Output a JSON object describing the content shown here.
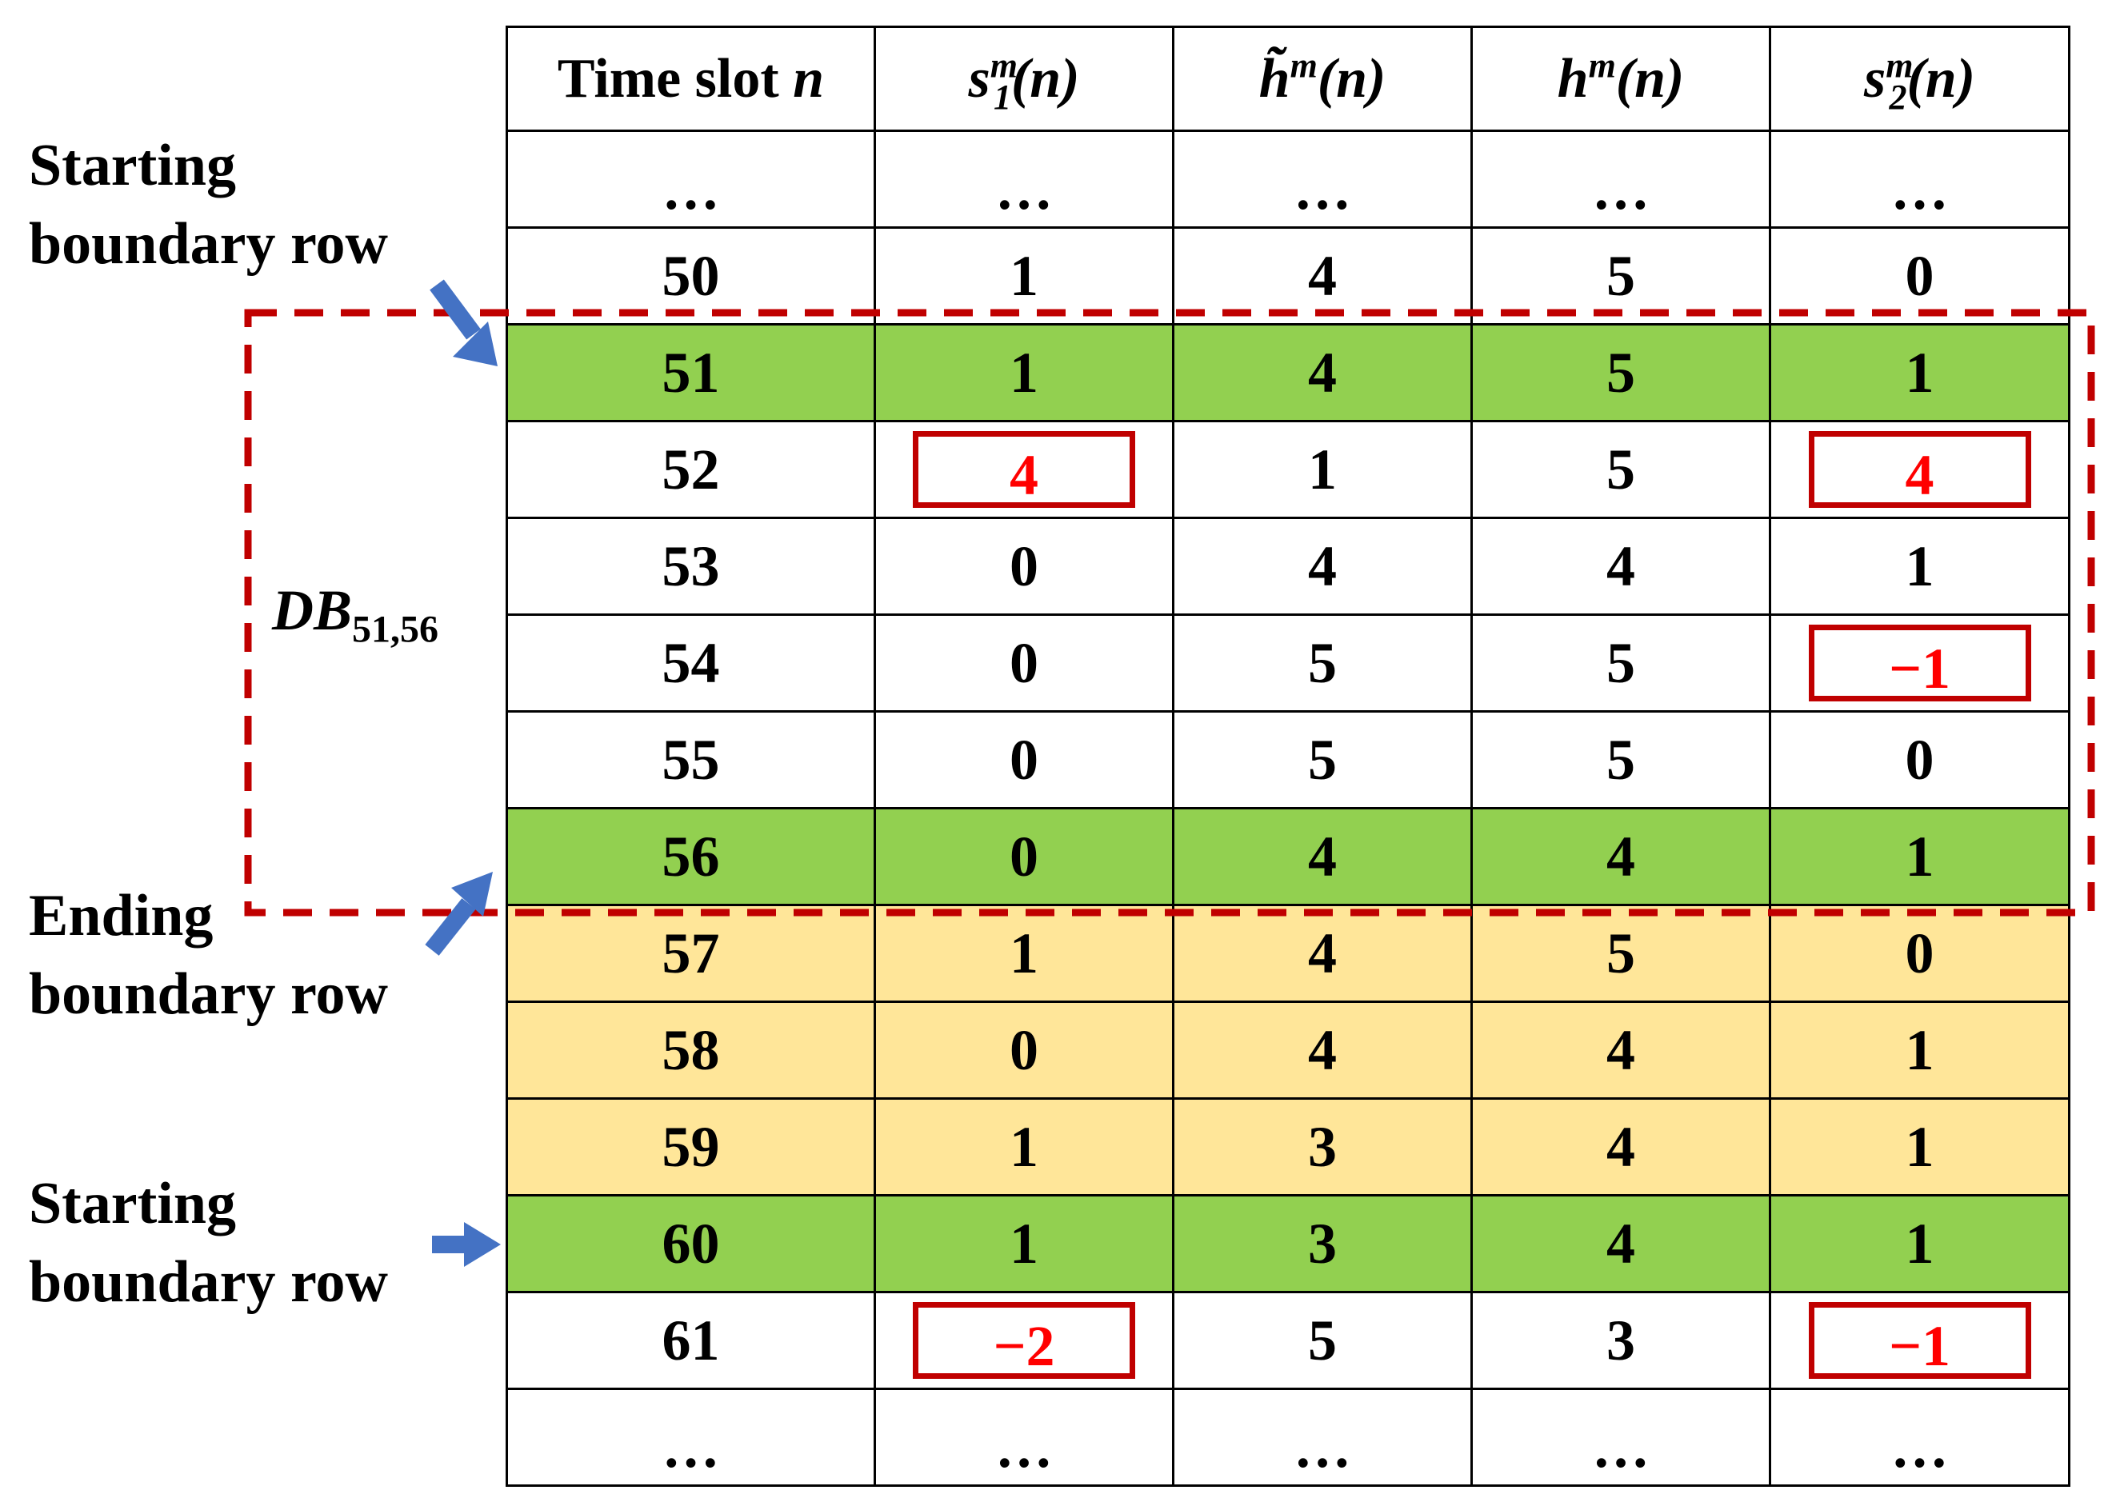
{
  "table": {
    "headers": [
      {
        "text": "Time slot ",
        "var": "n",
        "sup": "",
        "sub": ""
      },
      {
        "text": "",
        "var": "s",
        "sup": "m",
        "sub": "1",
        "tail": "(n)"
      },
      {
        "text": "",
        "var": "h̃",
        "sup": "m",
        "sub": "",
        "tail": "(n)"
      },
      {
        "text": "",
        "var": "h",
        "sup": "m",
        "sub": "",
        "tail": "(n)"
      },
      {
        "text": "",
        "var": "s",
        "sup": "m",
        "sub": "2",
        "tail": "(n)"
      }
    ],
    "rows": [
      {
        "cells": [
          "…",
          "…",
          "…",
          "…",
          "…"
        ],
        "style": "plain",
        "dots": true
      },
      {
        "cells": [
          "50",
          "1",
          "4",
          "5",
          "0"
        ],
        "style": "plain"
      },
      {
        "cells": [
          "51",
          "1",
          "4",
          "5",
          "1"
        ],
        "style": "green"
      },
      {
        "cells": [
          "52",
          "4",
          "1",
          "5",
          "4"
        ],
        "style": "plain",
        "highlight": [
          1,
          4
        ]
      },
      {
        "cells": [
          "53",
          "0",
          "4",
          "4",
          "1"
        ],
        "style": "plain"
      },
      {
        "cells": [
          "54",
          "0",
          "5",
          "5",
          "−1"
        ],
        "style": "plain",
        "highlight": [
          4
        ]
      },
      {
        "cells": [
          "55",
          "0",
          "5",
          "5",
          "0"
        ],
        "style": "plain"
      },
      {
        "cells": [
          "56",
          "0",
          "4",
          "4",
          "1"
        ],
        "style": "green"
      },
      {
        "cells": [
          "57",
          "1",
          "4",
          "5",
          "0"
        ],
        "style": "yellow"
      },
      {
        "cells": [
          "58",
          "0",
          "4",
          "4",
          "1"
        ],
        "style": "yellow"
      },
      {
        "cells": [
          "59",
          "1",
          "3",
          "4",
          "1"
        ],
        "style": "yellow"
      },
      {
        "cells": [
          "60",
          "1",
          "3",
          "4",
          "1"
        ],
        "style": "green"
      },
      {
        "cells": [
          "61",
          "−2",
          "5",
          "3",
          "−1"
        ],
        "style": "plain",
        "highlight": [
          1,
          4
        ]
      },
      {
        "cells": [
          "…",
          "…",
          "…",
          "…",
          "…"
        ],
        "style": "plain",
        "dots": true
      }
    ]
  },
  "annotations": {
    "start_label_1": [
      "Starting",
      "boundary row"
    ],
    "end_label": [
      "Ending",
      "boundary row"
    ],
    "start_label_2": [
      "Starting",
      "boundary row"
    ],
    "db_label": {
      "main": "DB",
      "sub": "51,56"
    }
  },
  "colors": {
    "green_row": "#92d050",
    "yellow_row": "#ffe699",
    "highlight_border": "#c00000",
    "highlight_text": "#ff0000",
    "dashed_box": "#c00000",
    "arrow": "#4472c4"
  },
  "icons": {
    "arrow": "arrow-icon"
  }
}
